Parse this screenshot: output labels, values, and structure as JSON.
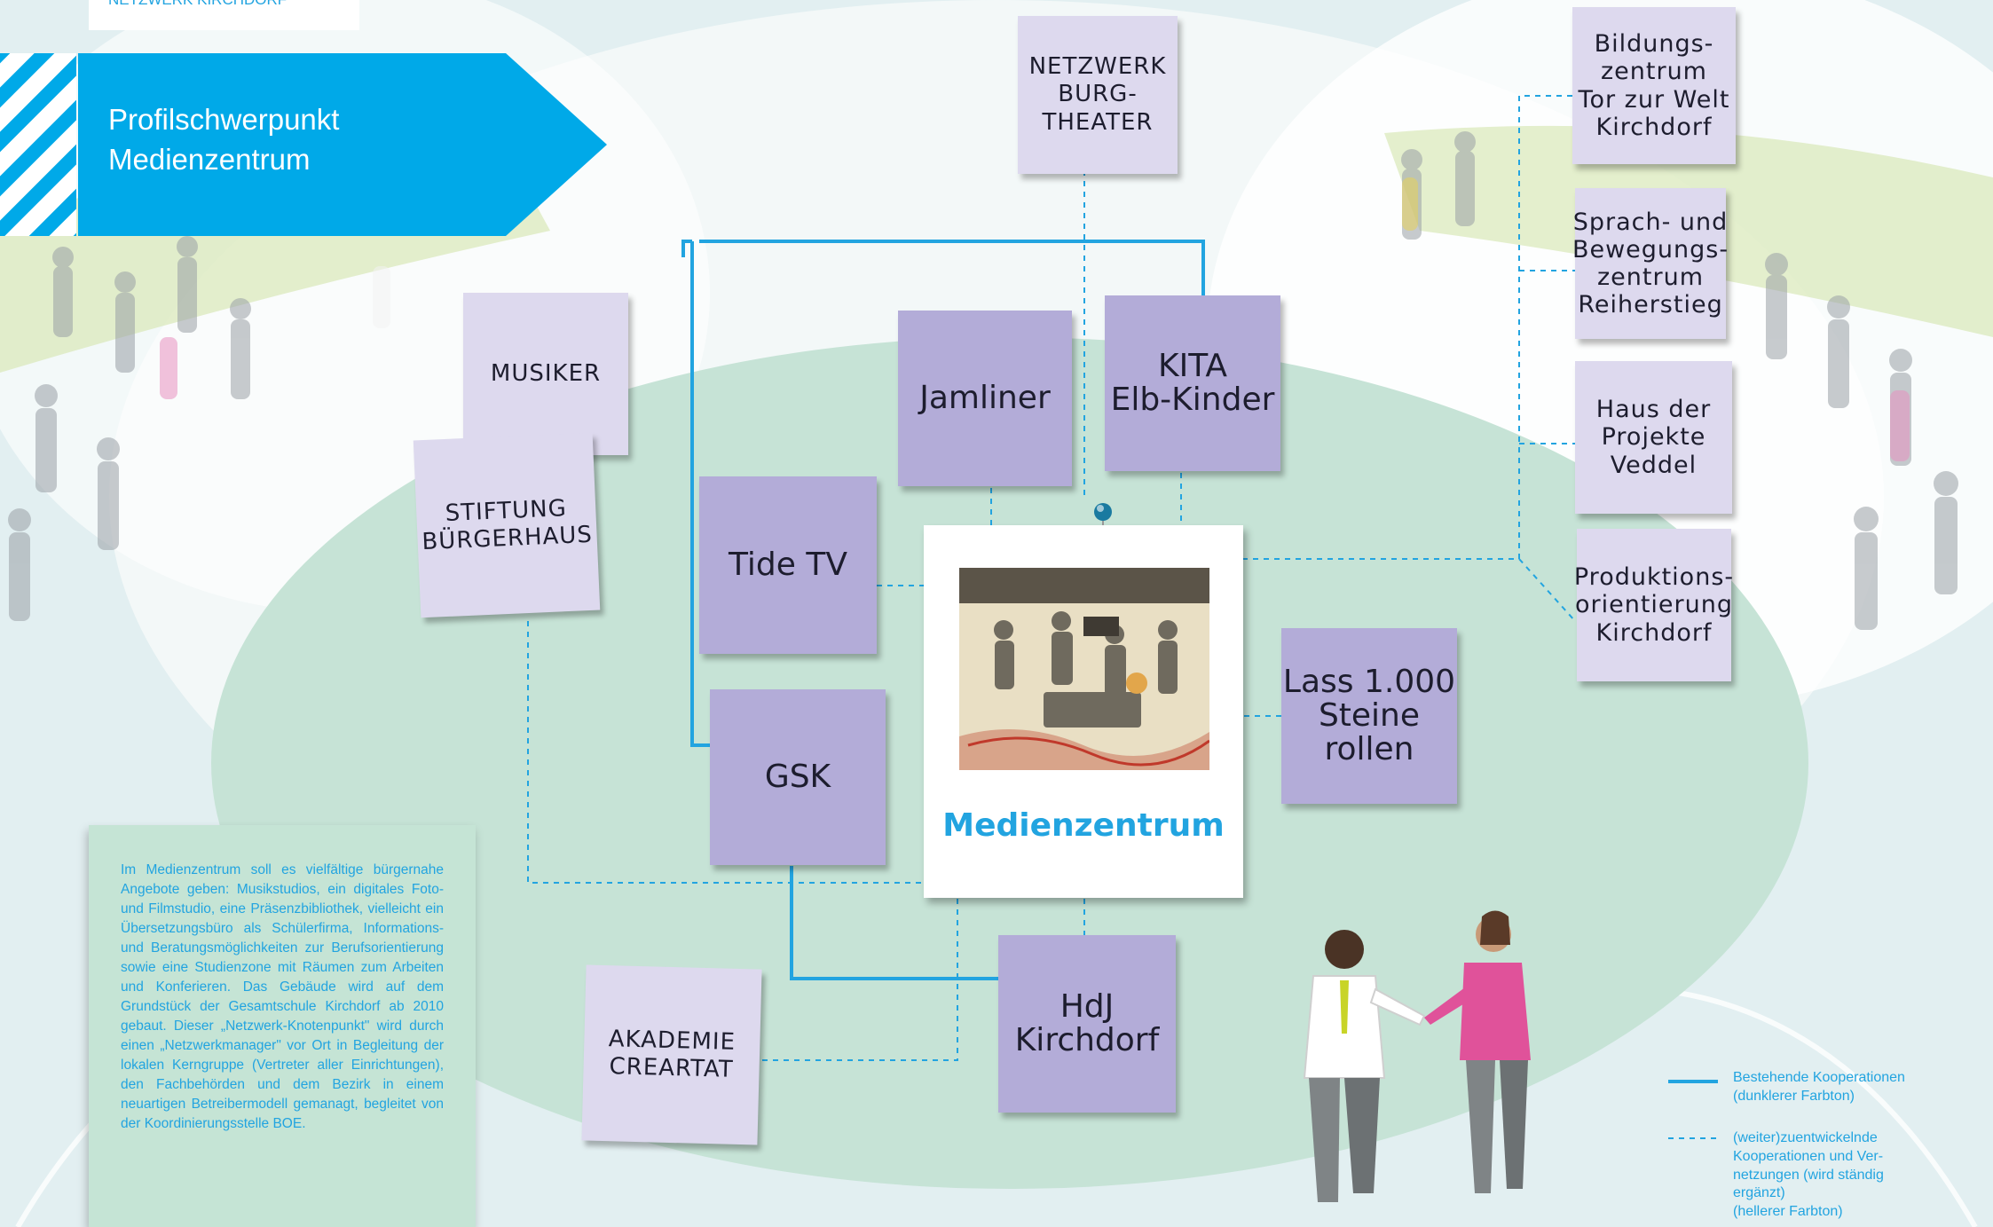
{
  "header": {
    "top_label": "NETZWERK KIRCHDORF",
    "title_line1": "Profilschwerpunkt",
    "title_line2": "Medienzentrum"
  },
  "center": {
    "title": "Medienzentrum",
    "image_alt": "Musicians and camera crew illustration"
  },
  "nodes": {
    "netzwerk_burgtheater": "NETZWERK\nBURG-\nTHEATER",
    "musiker": "MUSIKER",
    "stiftung": "STIFTUNG\nBÜRGERHAUS",
    "jamliner": "Jamliner",
    "kita": "KITA\nElb-Kinder",
    "tidetv": "Tide TV",
    "gsk": "GSK",
    "lass": "Lass 1.000\nSteine\nrollen",
    "hdj": "HdJ\nKirchdorf",
    "akademie": "AKADEMIE\nCREARTAT",
    "bildung": "Bildungs-\nzentrum\nTor zur Welt\nKirchdorf",
    "sprach": "Sprach- und\nBewegungs-\nzentrum\nReiherstieg",
    "haus": "Haus der\nProjekte\nVeddel",
    "produktion": "Produktions-\norientierung\nKirchdorf"
  },
  "description": "Im Medienzentrum soll es vielfältige bürgernahe Angebote geben: Musikstudios, ein digitales Foto- und Filmstudio, eine Präsenzbibliothek, vielleicht ein Übersetzungsbüro als Schülerfirma, Informations- und Beratungsmöglichkeiten zur Berufsorientierung sowie eine Studienzone mit Räumen zum Arbeiten und Konferieren. Das Gebäude wird auf dem Grundstück der Gesamtschule Kirchdorf ab 2010 gebaut. Dieser „Netzwerk-Knotenpunkt\" wird durch einen „Netzwerkmanager\" vor Ort in Begleitung der lokalen Kerngruppe (Vertreter aller Einrichtungen), den Fachbehörden und dem Bezirk in einem neuartigen Betreibermodell gemanagt, begleitet von der Koordinierungsstelle BOE.",
  "legend": {
    "solid": "Bestehende Kooperationen\n(dunklerer Farbton)",
    "dashed": "(weiter)zuentwickelnde\nKooperationen und Ver-\nnetzungen (wird ständig\nergänzt)\n(hellerer Farbton)"
  },
  "colors": {
    "accent_blue": "#00a9e8",
    "dark_note": "#b3acd8",
    "light_note": "#ddd9ee",
    "oval": "#c6e3d6",
    "text_box": "#c5e4d5"
  }
}
